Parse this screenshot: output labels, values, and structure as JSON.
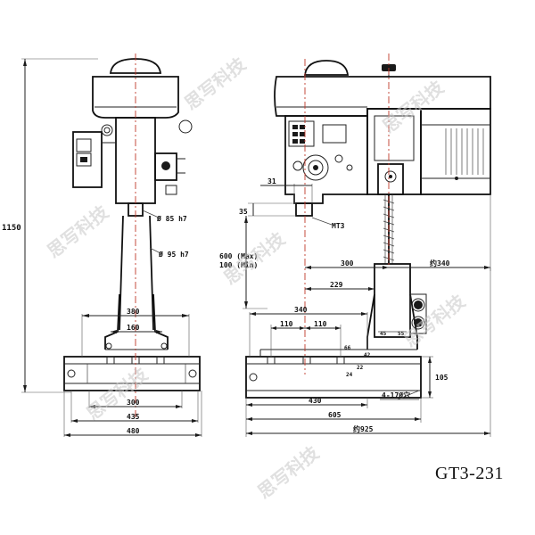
{
  "model": "GT3-231",
  "watermark": "思写科技",
  "dimensions": {
    "total_height": "1150",
    "spindle_dia": "Ø 85 h7",
    "column_dia": "Ø 95 h7",
    "d380": "380",
    "d160": "160",
    "d300_front": "300",
    "d435": "435",
    "d480": "480",
    "d31": "31",
    "d35": "35",
    "taper": "MT3",
    "travel_max": "600 (Max)",
    "travel_min": "100 (Min)",
    "d300_side": "300",
    "d340_approx": "约340",
    "d229": "229",
    "d340": "340",
    "d110a": "110",
    "d110b": "110",
    "d66": "66",
    "d42": "42",
    "d22": "22",
    "d24": "24",
    "d45": "45",
    "d55": "55",
    "d105": "105",
    "d430": "430",
    "d605": "605",
    "d925": "约925",
    "holes": "4-17Ø穴"
  }
}
